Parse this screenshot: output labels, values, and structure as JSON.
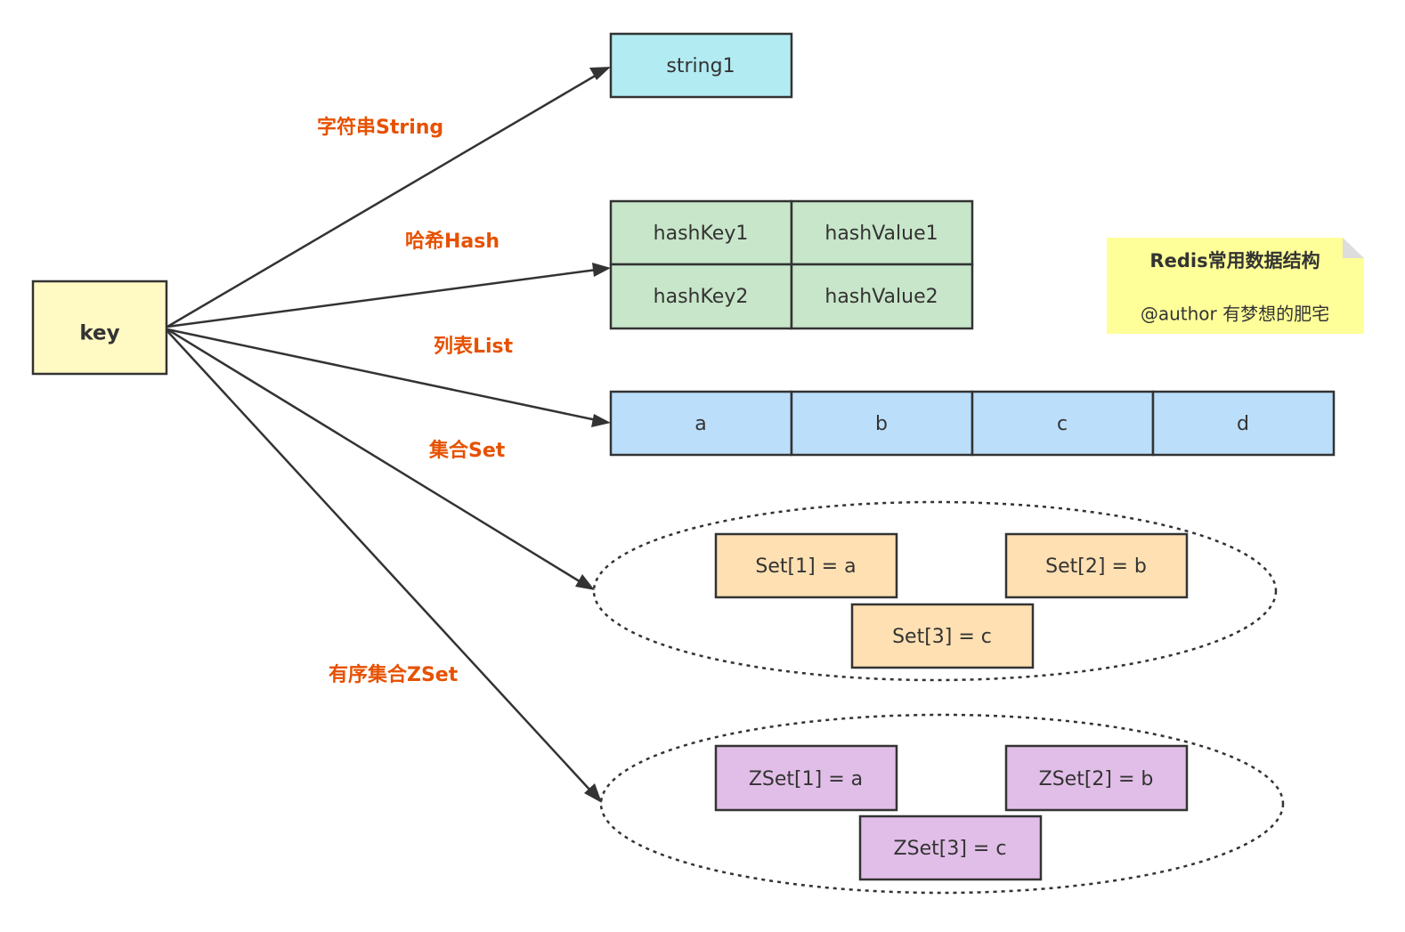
{
  "colors": {
    "key_fill": "#fff9c4",
    "string_fill": "#b2ebf2",
    "hash_fill": "#c8e6c9",
    "list_fill": "#bbdefb",
    "set_fill": "#ffe0b2",
    "zset_fill": "#e1bee7",
    "note_fill": "#ffff99",
    "note_fold": "#dddddd",
    "label_color": "#e65100",
    "stroke": "#333333"
  },
  "key": {
    "label": "key"
  },
  "edges": {
    "string": "字符串String",
    "hash": "哈希Hash",
    "list": "列表List",
    "set": "集合Set",
    "zset": "有序集合ZSet"
  },
  "string": {
    "value": "string1"
  },
  "hash": {
    "rows": [
      {
        "key": "hashKey1",
        "value": "hashValue1"
      },
      {
        "key": "hashKey2",
        "value": "hashValue2"
      }
    ]
  },
  "list": {
    "items": [
      "a",
      "b",
      "c",
      "d"
    ]
  },
  "set": {
    "items": [
      "Set[1] = a",
      "Set[2] = b",
      "Set[3] = c"
    ]
  },
  "zset": {
    "items": [
      "ZSet[1] = a",
      "ZSet[2] = b",
      "ZSet[3] = c"
    ]
  },
  "note": {
    "title": "Redis常用数据结构",
    "author": "@author 有梦想的肥宅"
  }
}
